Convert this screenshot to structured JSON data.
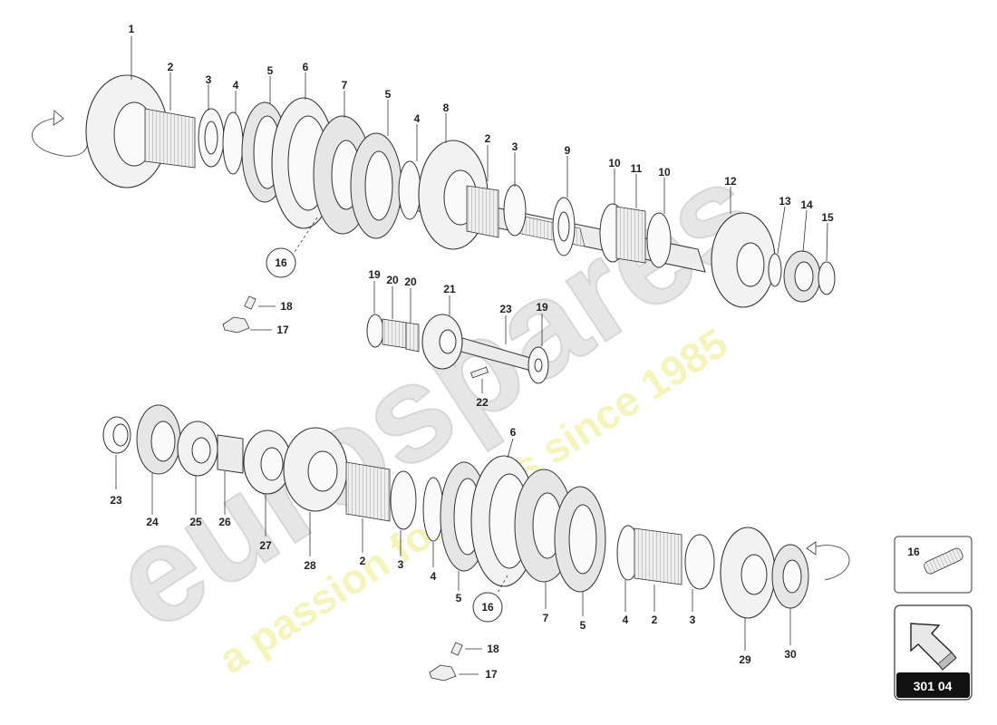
{
  "watermark": {
    "brand": "eurospares",
    "tagline": "a passion for parts since 1985",
    "brand_color": "#d9d9d9",
    "tagline_color": "#f3f0a8"
  },
  "callouts": {
    "c1": "1",
    "c2": "2",
    "c3": "3",
    "c4": "4",
    "c5": "5",
    "c6": "6",
    "c7": "7",
    "c8": "8",
    "c9": "9",
    "c10": "10",
    "c11": "11",
    "c12": "12",
    "c13": "13",
    "c14": "14",
    "c15": "15",
    "c16": "16",
    "c17": "17",
    "c18": "18",
    "c19": "19",
    "c20": "20",
    "c21": "21",
    "c22": "22",
    "c23": "23",
    "c24": "24",
    "c25": "25",
    "c26": "26",
    "c27": "27",
    "c28": "28",
    "c29": "29",
    "c30": "30"
  },
  "legend_box": {
    "part_number": "16",
    "icon": "spring-icon"
  },
  "reference_box": {
    "code": "301 04",
    "icon": "arrow-icon"
  }
}
